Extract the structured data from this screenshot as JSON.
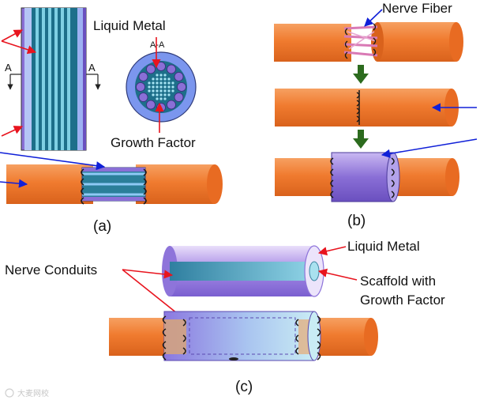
{
  "panel_a": {
    "label_liquid_metal": "Liquid Metal",
    "section_label": "A-A",
    "cut_left": "A",
    "cut_right": "A",
    "label_growth_factor": "Growth Factor",
    "caption": "(a)"
  },
  "panel_b": {
    "label_nerve_fiber": "Nerve Fiber",
    "caption": "(b)"
  },
  "panel_c": {
    "label_liquid_metal": "Liquid Metal",
    "label_scaffold_line1": "Scaffold with",
    "label_scaffold_line2": "Growth Factor",
    "label_nerve_conduits": "Nerve Conduits",
    "caption": "(c)"
  },
  "watermark": "大麦网校",
  "colors": {
    "nerve": "#f07b2f",
    "conduit": "#8a6fd6",
    "liquid_metal": "#7b96ee",
    "growth_factor": "#1d6f8a",
    "arrow_red": "#e8141e",
    "arrow_blue": "#1020d8",
    "arrow_green": "#2c6b1e"
  }
}
